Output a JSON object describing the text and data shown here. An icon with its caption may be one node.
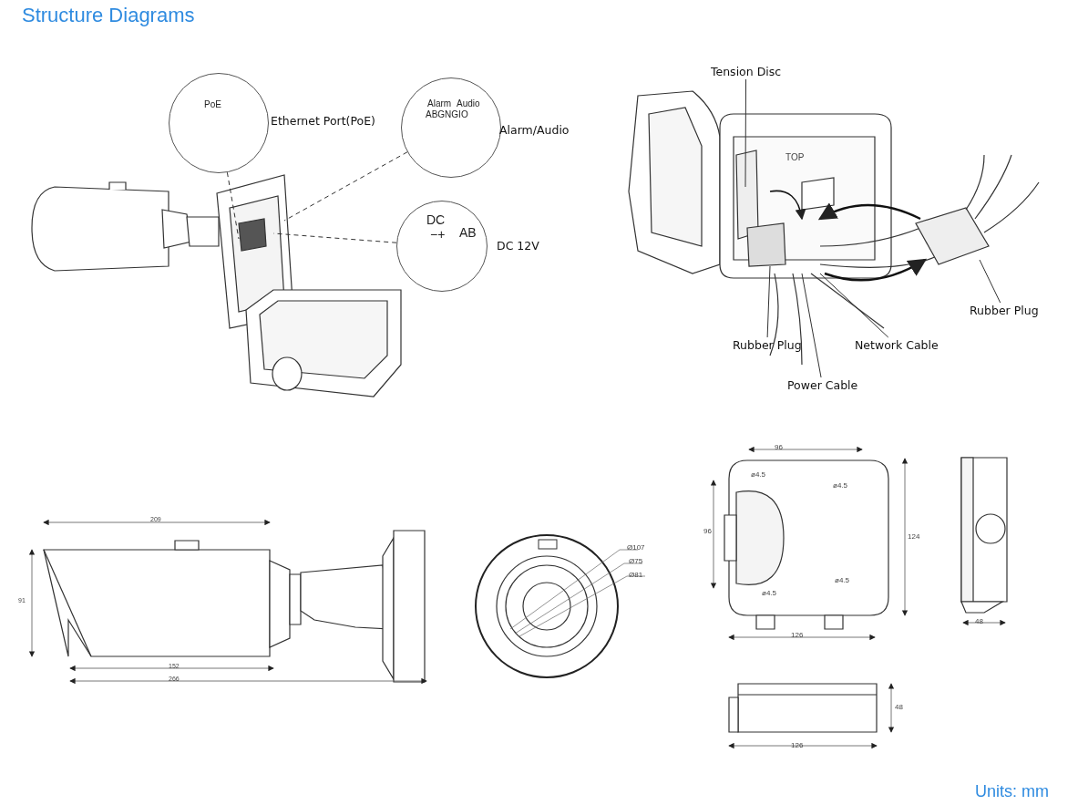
{
  "diagram": {
    "title": "Structure Diagrams",
    "caption": "Units: mm",
    "nodes": [
      {
        "text": [
          "PoE"
        ],
        "beside": [
          "Ethernet Port(PoE)"
        ]
      },
      {
        "text": [
          "Alarm",
          "Audio",
          "ABGNGIO"
        ],
        "beside": [
          "Alarm/Audio"
        ]
      },
      {
        "text": [
          "DC",
          "−+",
          "AB"
        ],
        "beside": [
          "DC 12V"
        ]
      },
      {
        "text": [
          "Tension Disc"
        ]
      },
      {
        "text": [
          "Rubber Plug"
        ]
      },
      {
        "text": [
          "Rubber Plug"
        ]
      },
      {
        "text": [
          "Network Cable"
        ]
      },
      {
        "text": [
          "Power Cable"
        ]
      }
    ],
    "edges": [
      {
        "from": 0,
        "to": null,
        "arrow": "none",
        "style": "dashed"
      },
      {
        "from": 1,
        "to": null,
        "arrow": "none",
        "style": "dashed"
      },
      {
        "from": 2,
        "to": null,
        "arrow": "none",
        "style": "dashed"
      },
      {
        "from": 3,
        "to": null,
        "arrow": "none"
      },
      {
        "from": 4,
        "to": null,
        "arrow": "none"
      },
      {
        "from": 5,
        "to": null,
        "arrow": "none"
      },
      {
        "from": 6,
        "to": null,
        "arrow": "none"
      },
      {
        "from": 7,
        "to": null,
        "arrow": "none"
      }
    ],
    "labels": [
      "TOP",
      "96",
      "ø4.5",
      "ø4.5",
      "209",
      "96",
      "124",
      "91",
      "Ø107",
      "Ø75",
      "Ø81",
      "ø4.5",
      "ø4.5",
      "126",
      "48",
      "152",
      "266",
      "48",
      "126"
    ]
  }
}
